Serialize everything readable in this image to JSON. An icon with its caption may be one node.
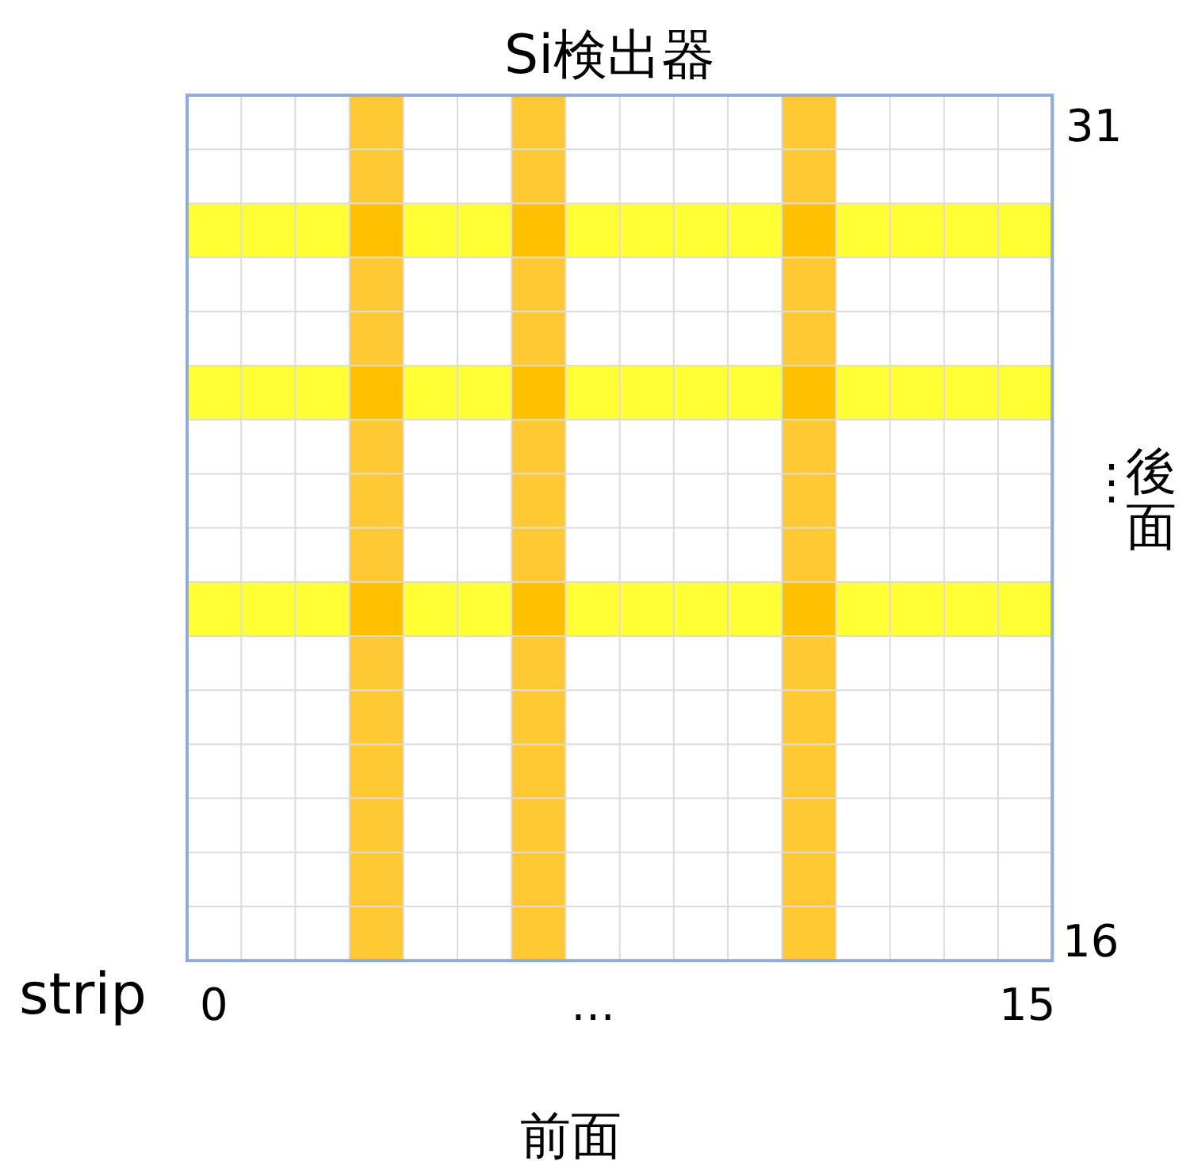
{
  "diagram": {
    "title": "Si検出器",
    "labels": [
      "31",
      "⋮",
      "後面",
      "16",
      "strip",
      "0",
      "…",
      "15",
      "前面"
    ]
  }
}
